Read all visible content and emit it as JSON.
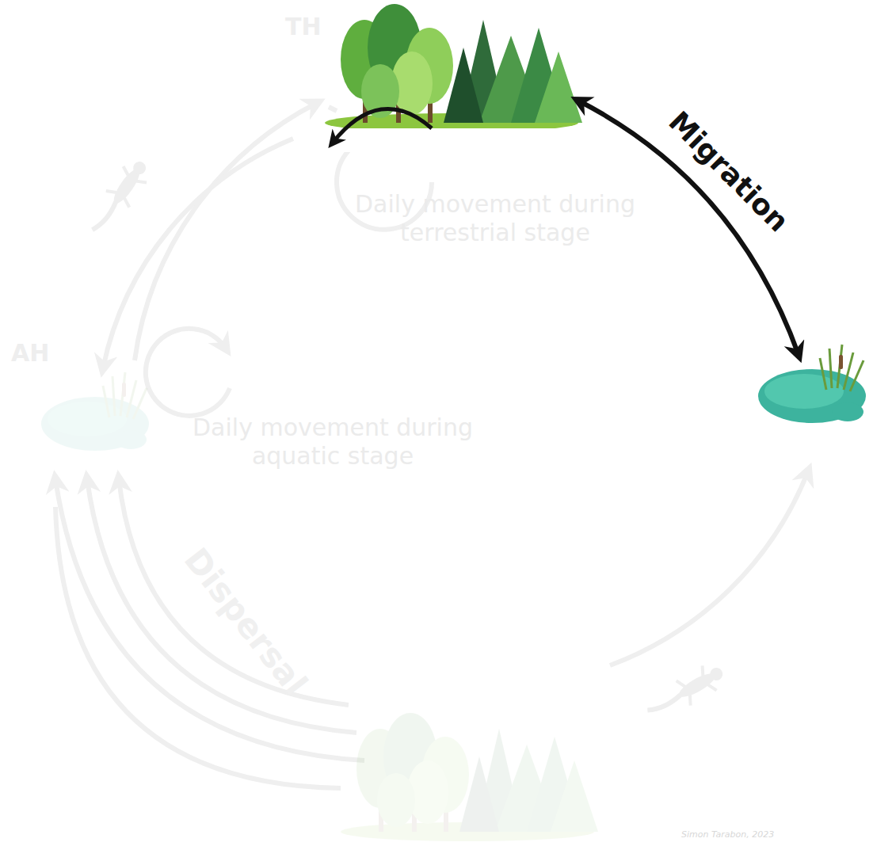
{
  "diagram": {
    "labels": [
      "TH",
      "Migration",
      "Daily movement during terrestrial stage",
      "AH",
      "Daily movement during aquatic stage",
      "Dispersal",
      "Simon Tarabon, 2023"
    ]
  }
}
